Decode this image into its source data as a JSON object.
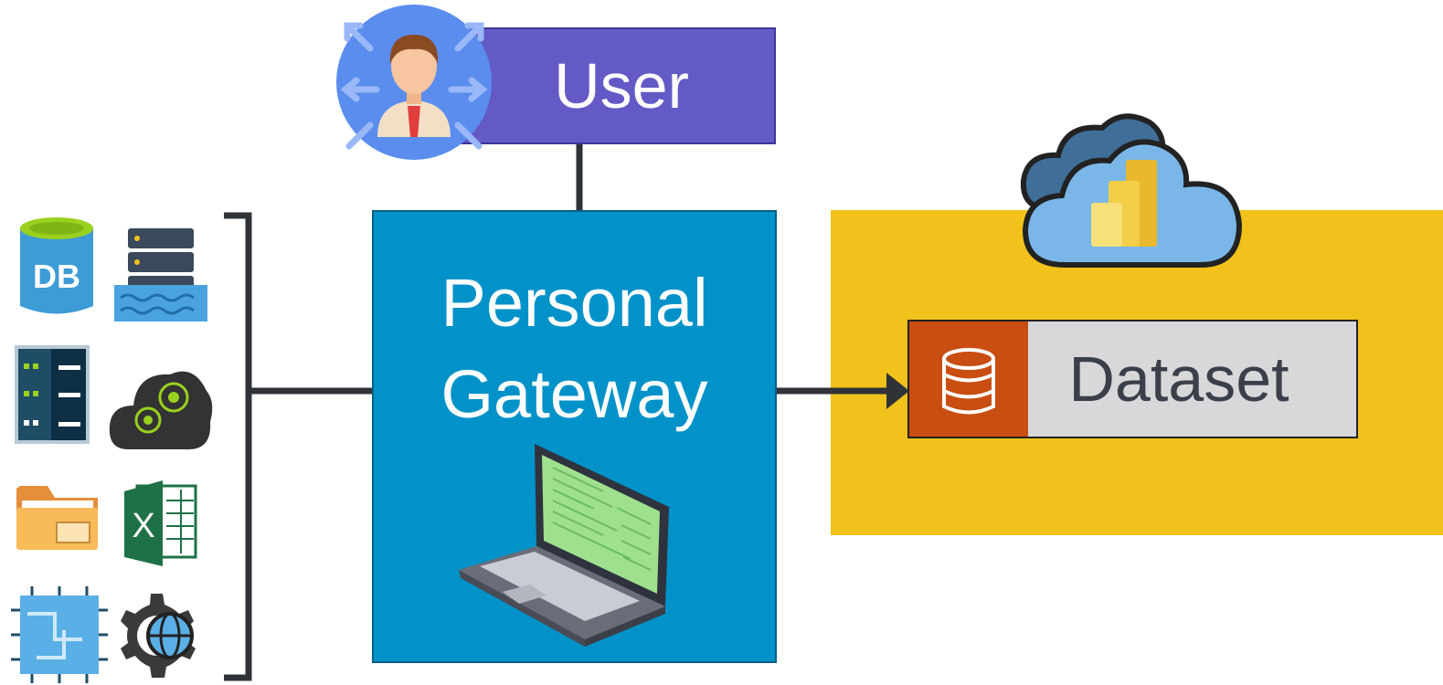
{
  "user": {
    "label": "User"
  },
  "gateway": {
    "line1": "Personal",
    "line2": "Gateway"
  },
  "dataset": {
    "label": "Dataset"
  },
  "icons": {
    "user": "user-avatar-icon",
    "cloud": "power-bi-cloud-icon",
    "laptop": "laptop-icon",
    "dataset": "database-icon",
    "sources": [
      "azure-sql-db-icon",
      "data-lake-icon",
      "server-rack-icon",
      "cloud-services-icon",
      "folder-icon",
      "excel-icon",
      "chip-icon",
      "web-gear-icon"
    ]
  },
  "colors": {
    "user_box": "#635ac6",
    "gateway_box": "#0092c8",
    "workspace": "#f1c21b",
    "dataset_icon": "#c84e12",
    "dataset_box": "#d8d8da",
    "connector": "#2f3338"
  }
}
